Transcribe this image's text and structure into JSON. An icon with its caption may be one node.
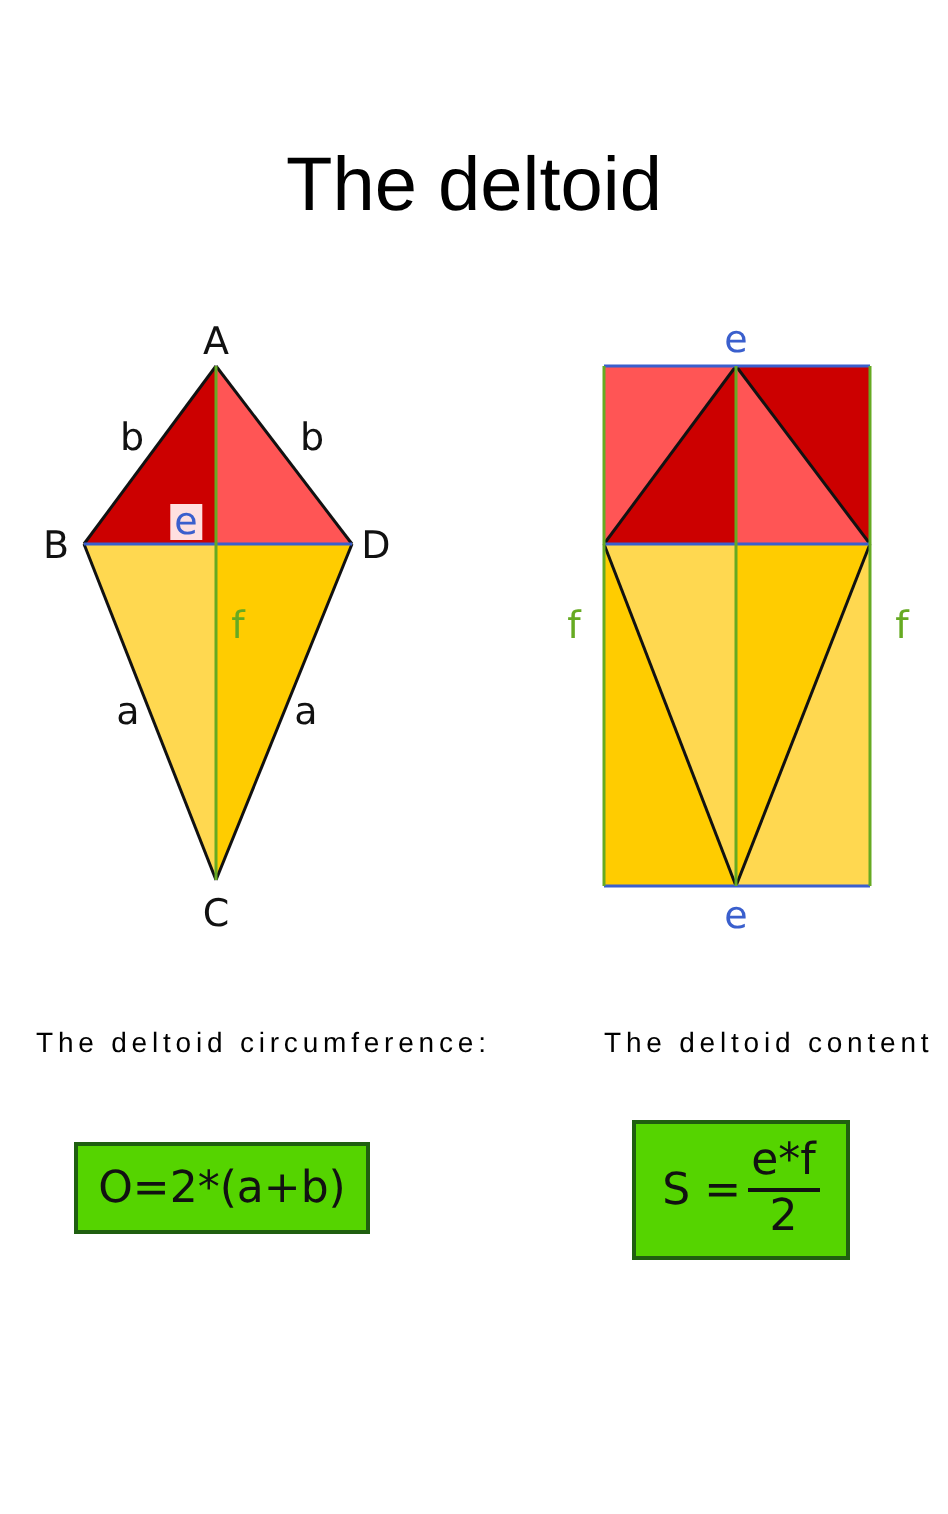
{
  "diagram": {
    "title": "The deltoid",
    "nodes": [
      {
        "text": [
          "O=2*(a+b)"
        ]
      },
      {
        "text": [
          "S =",
          "e*f",
          "2"
        ]
      }
    ],
    "edges": [],
    "labels": [
      "A",
      "b",
      "b",
      "B",
      "e",
      "D",
      "f",
      "a",
      "a",
      "C",
      "e",
      "f",
      "f",
      "e",
      "The deltoid circumference:",
      "The deltoid content"
    ]
  }
}
